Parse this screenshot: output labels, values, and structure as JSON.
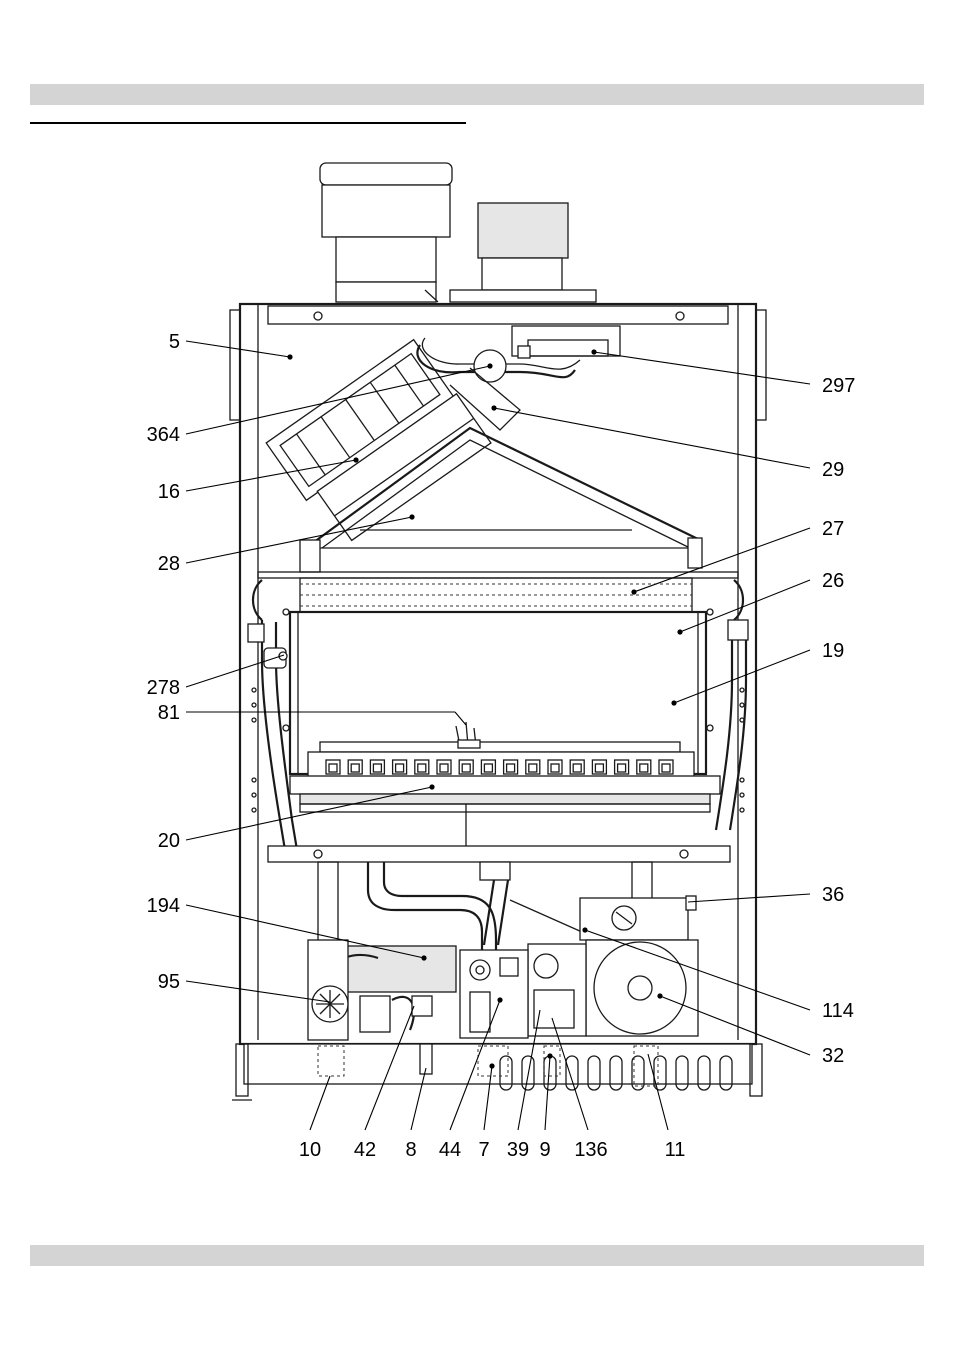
{
  "header_bar_color": "#d4d4d4",
  "footer_bar_color": "#d4d4d4",
  "callouts": [
    {
      "id": "5",
      "label": "5"
    },
    {
      "id": "364",
      "label": "364"
    },
    {
      "id": "16",
      "label": "16"
    },
    {
      "id": "28",
      "label": "28"
    },
    {
      "id": "278",
      "label": "278"
    },
    {
      "id": "81",
      "label": "81"
    },
    {
      "id": "20",
      "label": "20"
    },
    {
      "id": "194",
      "label": "194"
    },
    {
      "id": "95",
      "label": "95"
    },
    {
      "id": "297",
      "label": "297"
    },
    {
      "id": "29",
      "label": "29"
    },
    {
      "id": "27",
      "label": "27"
    },
    {
      "id": "26",
      "label": "26"
    },
    {
      "id": "19",
      "label": "19"
    },
    {
      "id": "36",
      "label": "36"
    },
    {
      "id": "114",
      "label": "114"
    },
    {
      "id": "32",
      "label": "32"
    },
    {
      "id": "10",
      "label": "10"
    },
    {
      "id": "42",
      "label": "42"
    },
    {
      "id": "8",
      "label": "8"
    },
    {
      "id": "44",
      "label": "44"
    },
    {
      "id": "7",
      "label": "7"
    },
    {
      "id": "39",
      "label": "39"
    },
    {
      "id": "9",
      "label": "9"
    },
    {
      "id": "136",
      "label": "136"
    },
    {
      "id": "11",
      "label": "11"
    }
  ]
}
